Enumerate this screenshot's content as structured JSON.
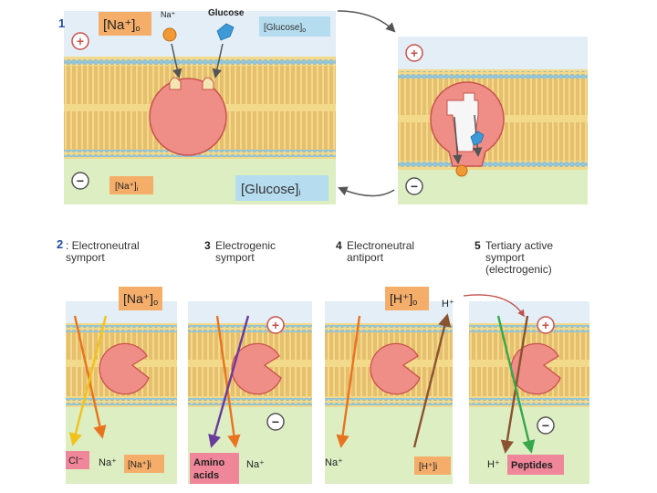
{
  "figure_numbers": {
    "top": "1",
    "bottom": "2"
  },
  "top": {
    "na_outside_label": "[Na⁺]",
    "na_outside_sub": "o",
    "na_particle_label": "Na⁺",
    "glucose_particle_label": "Glucose",
    "glucose_outside_label": "[Glucose]",
    "glucose_outside_sub": "o",
    "na_inside_label": "[Na⁺]",
    "na_inside_sub": "i",
    "glucose_inside_label": "[Glucose]",
    "glucose_inside_sub": "i",
    "plus_sign": "+",
    "minus_sign": "−"
  },
  "panels": [
    {
      "number": "2",
      "title_lines": [
        ": Electroneutral",
        "symport"
      ],
      "top_label": "[Na⁺]",
      "top_sub": "o",
      "bottom_labels": [
        "Cl⁻",
        "Na⁺",
        "[Na⁺]i"
      ]
    },
    {
      "number": "3",
      "title_lines": [
        "Electrogenic",
        "symport"
      ],
      "bottom_labels": [
        "Amino",
        "acids",
        "Na⁺"
      ]
    },
    {
      "number": "4",
      "title_lines": [
        "Electroneutral",
        "antiport"
      ],
      "top_label": "[H⁺]",
      "top_sub": "o",
      "top_particle": "H⁺",
      "bottom_labels": [
        "Na⁺",
        "[H⁺]i"
      ]
    },
    {
      "number": "5",
      "title_lines": [
        "Tertiary active",
        "symport",
        "(electrogenic)"
      ],
      "bottom_labels": [
        "H⁺",
        "Peptides"
      ]
    }
  ],
  "colors": {
    "membrane_band": "#f3d98a",
    "outside_tint": "#e3eef7",
    "inside_tint": "#dceec2",
    "head_group": "#8fc7e3",
    "tail": "#d6a04c",
    "transporter": "#ef8d87",
    "transporter_stroke": "#c9524e",
    "na_box": "#f5ae6a",
    "glucose_box": "#b6dcef",
    "pink_box": "#f0869a",
    "arrow_orange": "#e8741f",
    "arrow_yellow": "#f1c21b",
    "arrow_purple": "#6a3a9c",
    "arrow_brown": "#8a5230",
    "arrow_green": "#35a84a",
    "sodium_ball": "#f19a35",
    "glucose_crystal": "#3e9ad6",
    "grey_arrow": "#555555",
    "index_blue": "#1f4ea0"
  }
}
